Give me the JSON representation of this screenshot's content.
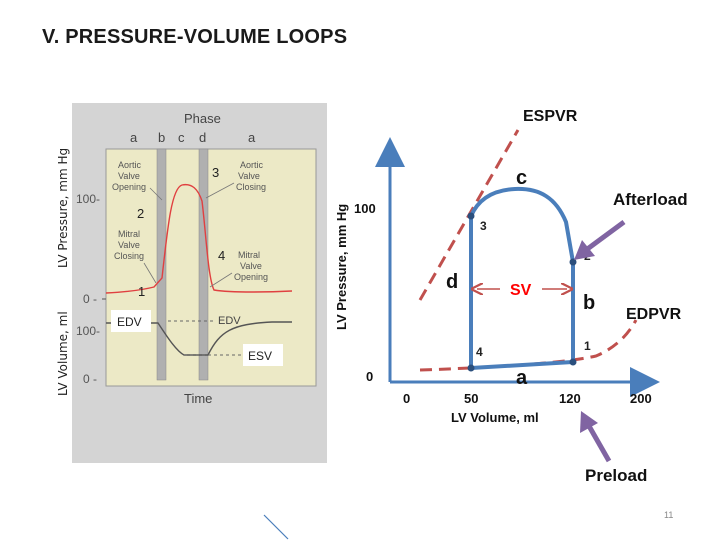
{
  "slide": {
    "title": "V. PRESSURE-VOLUME LOOPS",
    "number": "11"
  },
  "left_figure": {
    "phase_title": "Phase",
    "phases": [
      "a",
      "b",
      "c",
      "d",
      "a"
    ],
    "y_ticks_pressure": [
      "100-",
      "0 -"
    ],
    "y_ticks_volume": [
      "100-",
      "0 -"
    ],
    "annotations": {
      "aortic_open": [
        "Aortic",
        "Valve",
        "Opening"
      ],
      "aortic_close": [
        "Aortic",
        "Valve",
        "Closing"
      ],
      "mitral_close": [
        "Mitral",
        "Valve",
        "Closing"
      ],
      "mitral_open": [
        "Mitral",
        "Valve",
        "Opening"
      ],
      "edv_dashed": "EDV",
      "time": "Time"
    },
    "points": [
      "1",
      "2",
      "3",
      "4"
    ],
    "boxes": {
      "edv": "EDV",
      "esv": "ESV"
    },
    "axis_pressure": "LV Pressure, mm Hg",
    "axis_volume": "LV Volume, ml"
  },
  "right_figure": {
    "y_label": "LV Pressure, mm Hg",
    "x_label": "LV Volume, ml",
    "y_ticks": [
      "100",
      "0"
    ],
    "x_ticks": [
      "0",
      "50",
      "120",
      "200"
    ],
    "curves": {
      "espvr": "ESPVR",
      "edpvr": "EDPVR"
    },
    "phases": {
      "a": "a",
      "b": "b",
      "c": "c",
      "d": "d"
    },
    "points": [
      "1",
      "2",
      "3",
      "4"
    ],
    "sv": "SV",
    "afterload": "Afterload",
    "preload": "Preload",
    "colors": {
      "loop": "#4a7ebb",
      "relation": "#c0504d",
      "arrow": "#8064a2",
      "sv": "#ff0000"
    }
  }
}
